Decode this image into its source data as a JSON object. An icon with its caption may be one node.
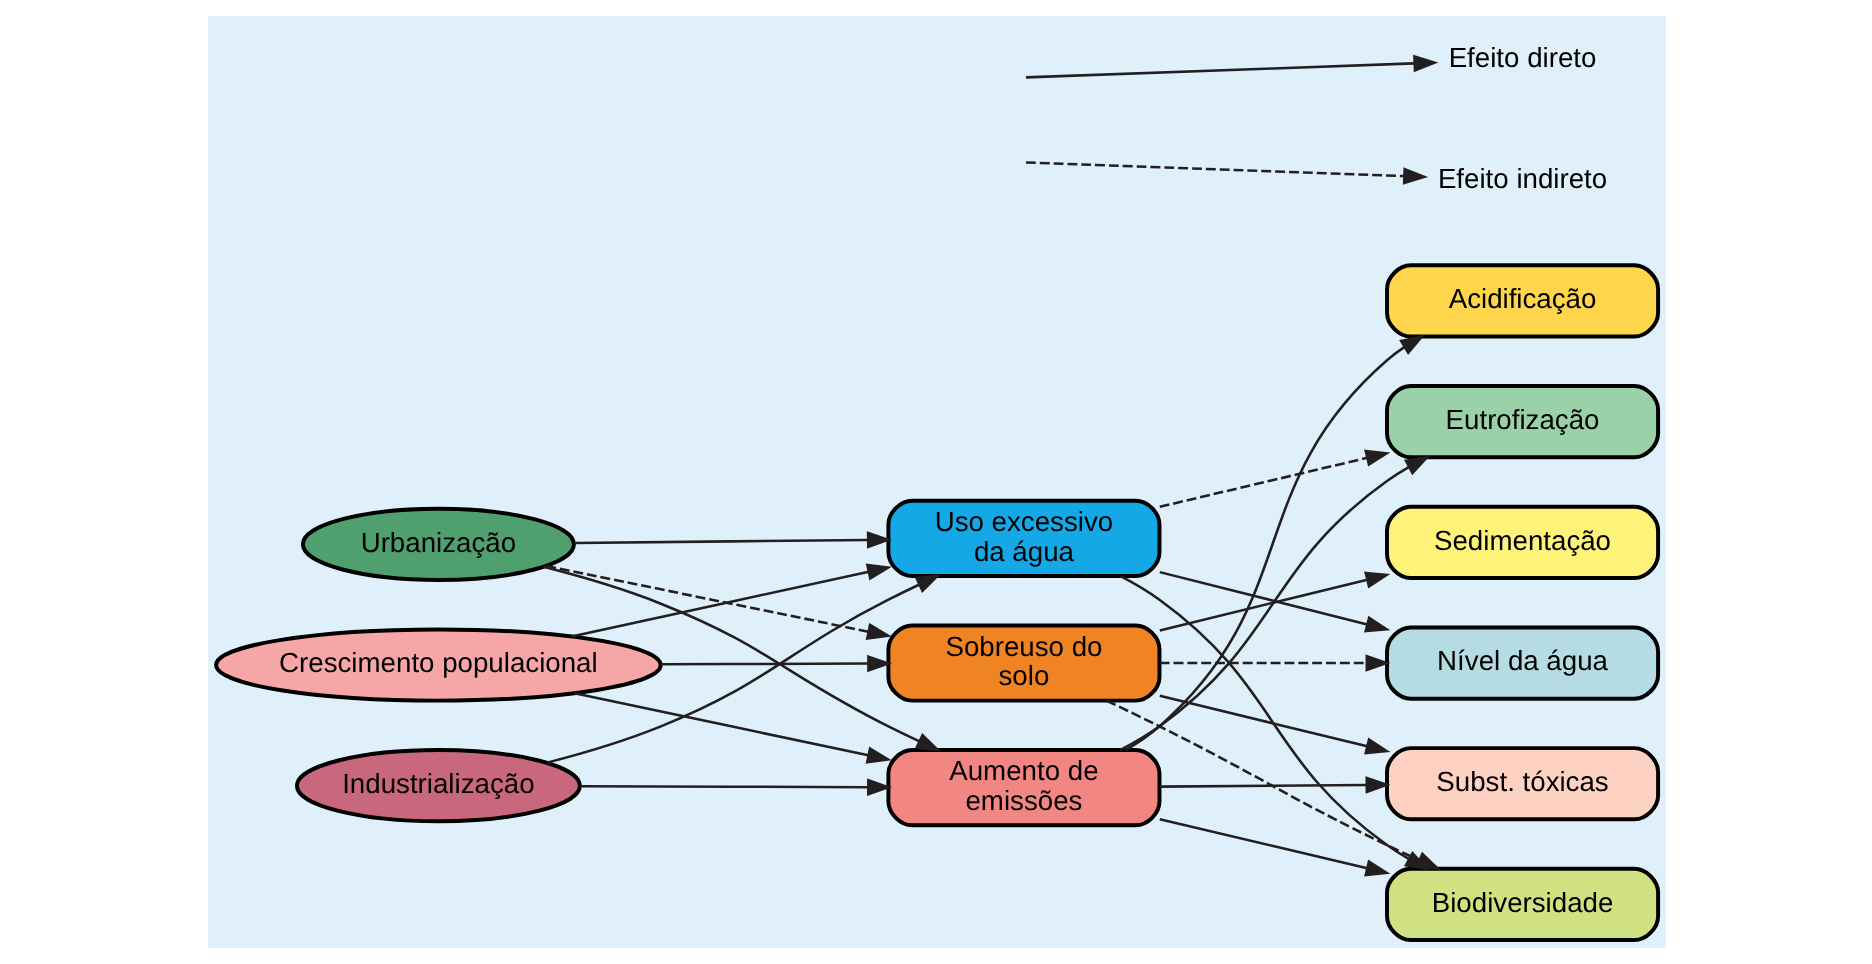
{
  "diagram": {
    "nodes": [
      {
        "text": [
          "Urbanização"
        ]
      },
      {
        "text": [
          "Crescimento populacional"
        ]
      },
      {
        "text": [
          "Industrialização"
        ]
      },
      {
        "text": [
          "Uso excessivo da água"
        ]
      },
      {
        "text": [
          "Sobreuso do solo"
        ]
      },
      {
        "text": [
          "Aumento de emissões"
        ]
      },
      {
        "text": [
          "Acidificação"
        ]
      },
      {
        "text": [
          "Eutrofização"
        ]
      },
      {
        "text": [
          "Sedimentação"
        ]
      },
      {
        "text": [
          "Nível da água"
        ]
      },
      {
        "text": [
          "Subst. tóxicas"
        ]
      },
      {
        "text": [
          "Biodiversidade"
        ]
      }
    ],
    "edges": [
      {
        "from": 0,
        "to": 3,
        "arrow": "to"
      },
      {
        "from": 0,
        "to": 4,
        "arrow": "to",
        "style": "dashed"
      },
      {
        "from": 0,
        "to": 5,
        "arrow": "to"
      },
      {
        "from": 1,
        "to": 3,
        "arrow": "to"
      },
      {
        "from": 1,
        "to": 4,
        "arrow": "to"
      },
      {
        "from": 1,
        "to": 5,
        "arrow": "to"
      },
      {
        "from": 2,
        "to": 3,
        "arrow": "to"
      },
      {
        "from": 2,
        "to": 5,
        "arrow": "to"
      },
      {
        "from": 3,
        "to": 7,
        "arrow": "to",
        "style": "dashed"
      },
      {
        "from": 3,
        "to": 9,
        "arrow": "to"
      },
      {
        "from": 3,
        "to": 11,
        "arrow": "to"
      },
      {
        "from": 4,
        "to": 8,
        "arrow": "to"
      },
      {
        "from": 4,
        "to": 9,
        "arrow": "to",
        "style": "dashed"
      },
      {
        "from": 4,
        "to": 10,
        "arrow": "to"
      },
      {
        "from": 4,
        "to": 11,
        "arrow": "to",
        "style": "dashed"
      },
      {
        "from": 5,
        "to": 6,
        "arrow": "to"
      },
      {
        "from": 5,
        "to": 7,
        "arrow": "to"
      },
      {
        "from": 5,
        "to": 10,
        "arrow": "to"
      },
      {
        "from": 5,
        "to": 11,
        "arrow": "to"
      }
    ],
    "legend": [
      {
        "text": "Efeito direto"
      },
      {
        "text": "Efeito indireto"
      }
    ]
  }
}
